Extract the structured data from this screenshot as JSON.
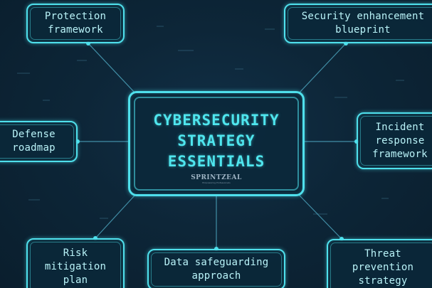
{
  "center": {
    "title_lines": [
      "CYBERSECURITY",
      "STRATEGY",
      "ESSENTIALS"
    ],
    "logo": "SPRINTZEAL",
    "logo_tagline": "Empowering Professionals"
  },
  "nodes": {
    "protection": "Protection\nframework",
    "security_enhancement": "Security enhancement\nblueprint",
    "defense": "Defense\nroadmap",
    "incident_response": "Incident\nresponse\nframework",
    "risk_mitigation": "Risk\nmitigation\nplan",
    "data_safeguarding": "Data safeguarding\napproach",
    "threat_prevention": "Threat\nprevention\nstrategy"
  },
  "colors": {
    "background": "#0c2233",
    "accent": "#4fe0ec",
    "label_text": "#b9f3f8"
  }
}
